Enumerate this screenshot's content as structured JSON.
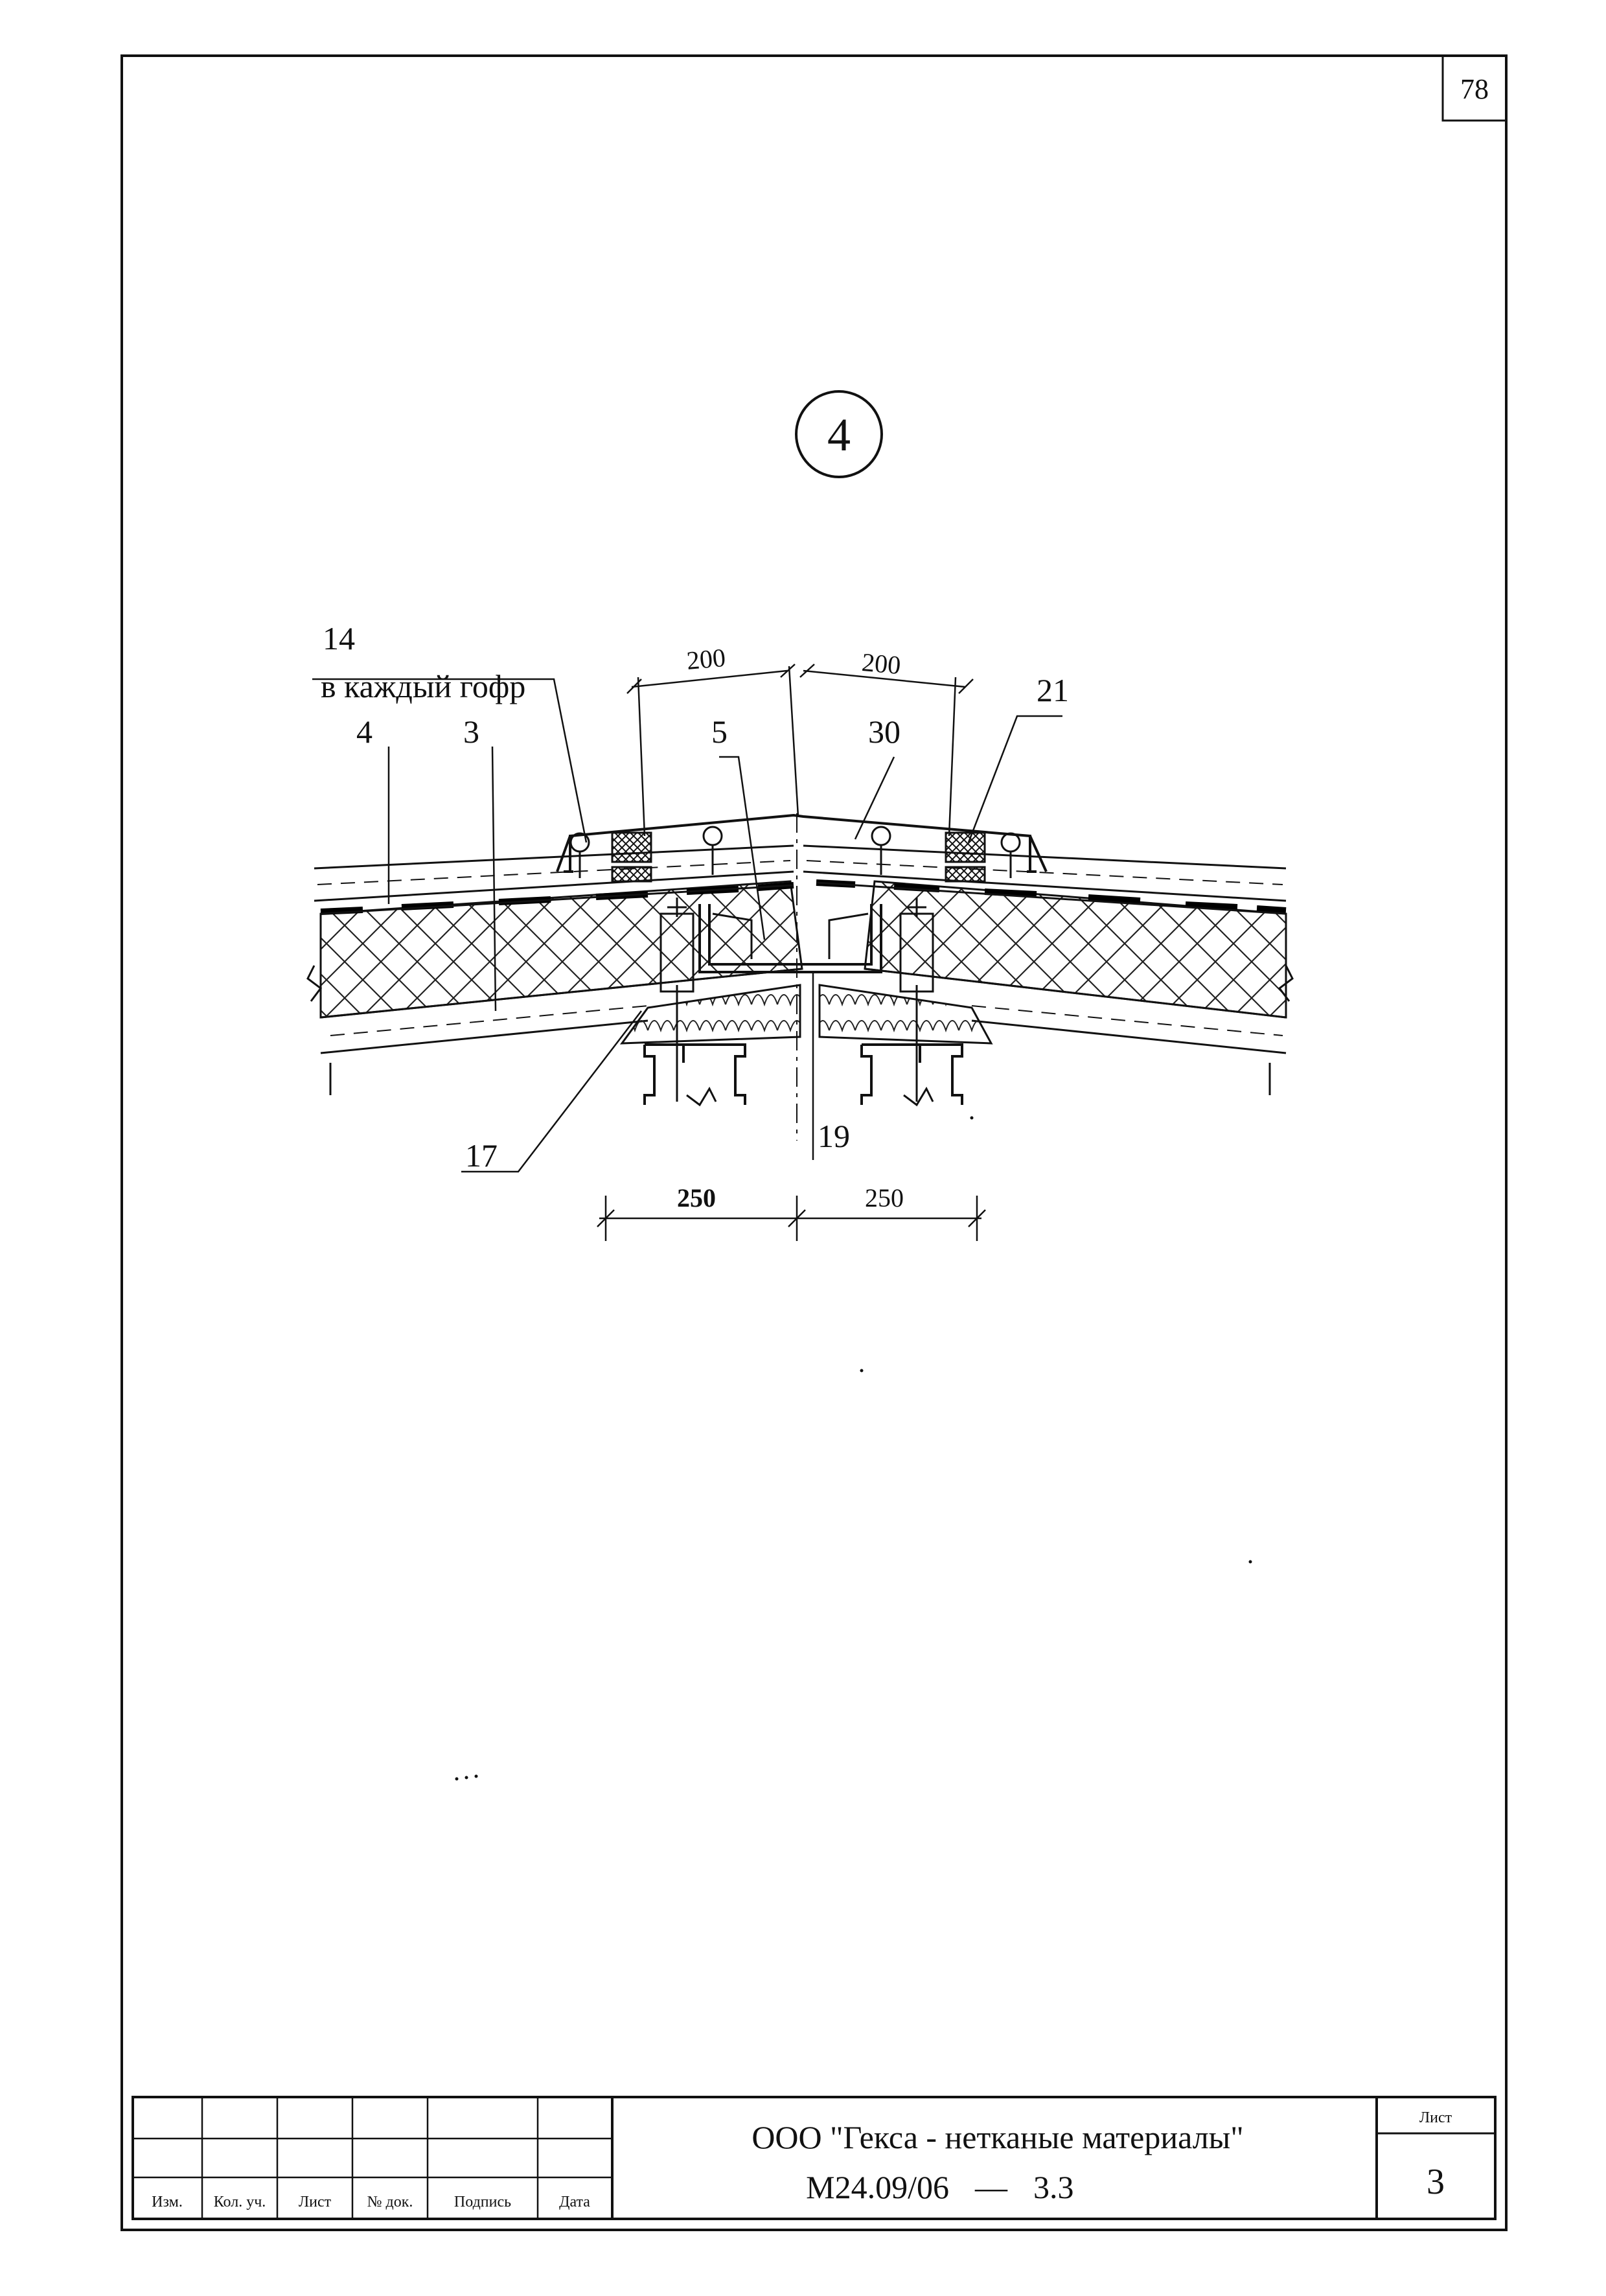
{
  "page_number": "78",
  "detail": {
    "number": "4"
  },
  "callouts": {
    "c14": "14",
    "c14_note": "в каждый гофр",
    "c4": "4",
    "c3": "3",
    "c5": "5",
    "c30": "30",
    "c21": "21",
    "c17": "17",
    "c19": "19"
  },
  "dimensions": {
    "top_left": "200",
    "top_right": "200",
    "bottom_left": "250",
    "bottom_right": "250"
  },
  "title_block": {
    "headers": [
      "Изм.",
      "Кол. уч.",
      "Лист",
      "№ док.",
      "Подпись",
      "Дата"
    ],
    "organization": "ООО \"Гекса - нетканые материалы\"",
    "document_code": "М24.09/06",
    "dash": "—",
    "section": "3.3",
    "sheet_label": "Лист",
    "sheet_number": "3"
  }
}
